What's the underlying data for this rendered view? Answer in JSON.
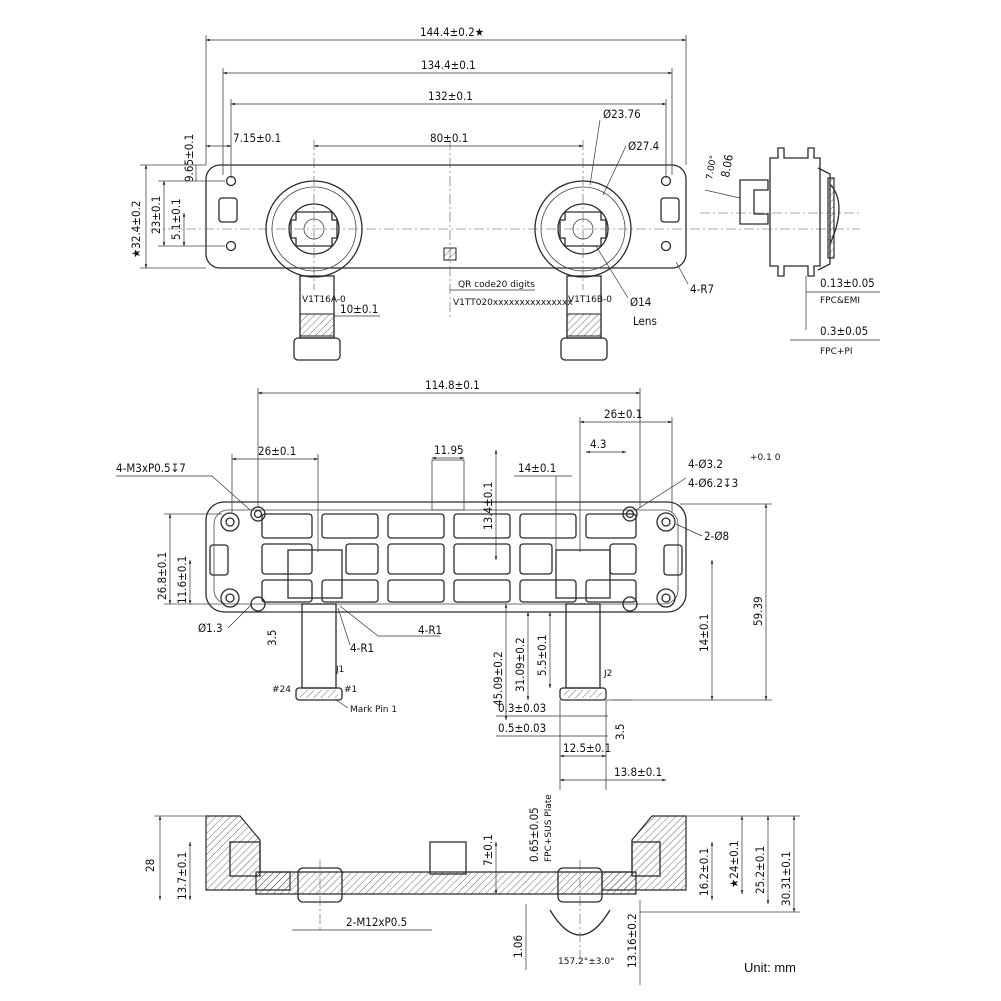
{
  "top_view": {
    "overall_width": "144.4±0.2★",
    "mount_width": "134.4±0.1",
    "hole_span": "132±0.1",
    "baseline": "80±0.1",
    "edge_to_hole": "7.15±0.1",
    "hole_height": "9.65±0.1",
    "height": "★32.4±0.2",
    "height2": "23±0.1",
    "offset": "5.1±0.1",
    "diam1": "Ø23.76",
    "diam2": "Ø27.4",
    "lens_diam": "Ø14",
    "lens_label": "Lens",
    "corner_radius": "4-R7",
    "fpc_width": "10±0.1",
    "qr_label": "QR code20 digits",
    "serial": "V1TT020xxxxxxxxxxxxxxx",
    "fpc_left_label": "V1T16A-0",
    "fpc_right_label": "V1T16B-0"
  },
  "side_view": {
    "angle": "7.00°",
    "depth": "8.06",
    "emi_thickness": "0.13±0.05",
    "emi_label": "FPC&EMI",
    "pi_thickness": "0.3±0.05",
    "pi_label": "FPC+PI"
  },
  "bottom_view": {
    "overall": "114.8±0.1",
    "left_hole": "26±0.1",
    "right_hole": "26±0.1",
    "screw": "4-M3xP0.5↧7",
    "connector_w": "11.95",
    "connector_h": "13.4±0.1",
    "pad_w": "14±0.1",
    "step": "4.3",
    "pin_hole": "4-Ø3.2",
    "pin_tol": "+0.1 0",
    "cbore": "4-Ø6.2↧3",
    "hole8": "2-Ø8",
    "h268": "26.8±0.1",
    "h116": "11.6±0.1",
    "d13": "Ø1.3",
    "d35": "3.5",
    "r1a": "4-R1",
    "r1b": "4-R1",
    "j1": "J1",
    "pin24": "#24",
    "pin1": "#1",
    "mark": "Mark Pin 1",
    "h4509": "45.09±0.2",
    "h3109": "31.09±0.2",
    "h55": "5.5±0.1",
    "j2": "J2",
    "t03": "0.3±0.03",
    "t05": "0.5±0.03",
    "w125": "12.5±0.1",
    "w138": "13.8±0.1",
    "h35b": "3.5",
    "h14": "14±0.1",
    "h5939": "59.39"
  },
  "section_view": {
    "h28": "28",
    "h137": "13.7±0.1",
    "thread": "2-M12xP0.5",
    "t106": "1.06",
    "angle": "157.2°±3.0°",
    "h7": "7±0.1",
    "sus": "0.65±0.05",
    "sus_label": "FPC+SUS Plate",
    "h1316": "13.16±0.2",
    "h162": "16.2±0.1",
    "h24": "★24±0.1",
    "h252": "25.2±0.1",
    "h3031": "30.31±0.1",
    "unit": "Unit: mm"
  }
}
